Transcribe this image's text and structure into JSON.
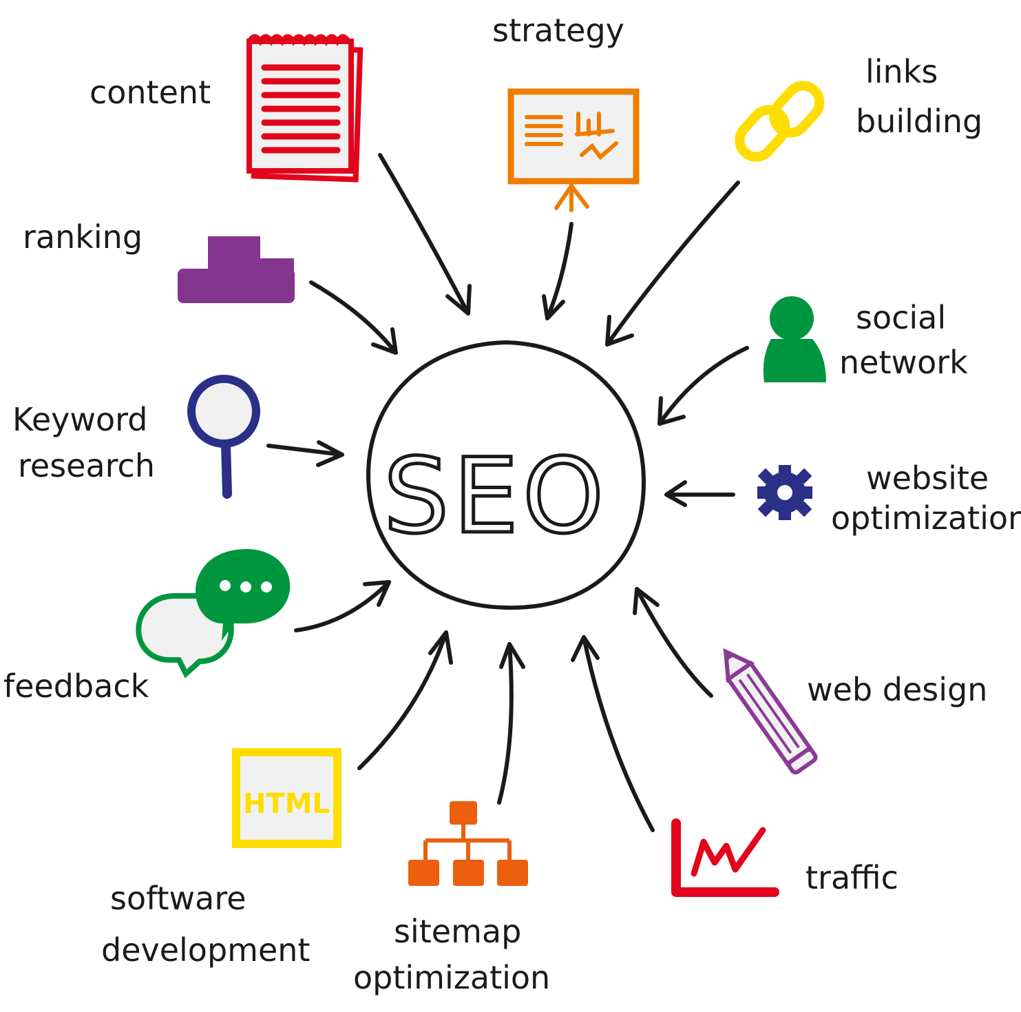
{
  "center": {
    "label": "SEO"
  },
  "nodes": [
    {
      "id": "content",
      "lines": [
        "content"
      ],
      "icon": "notepad-icon",
      "color": "#e3051b"
    },
    {
      "id": "strategy",
      "lines": [
        "strategy"
      ],
      "icon": "presentation-board-icon",
      "color": "#ef7d00"
    },
    {
      "id": "links-building",
      "lines": [
        "links",
        "building"
      ],
      "icon": "chain-link-icon",
      "color": "#ffdd00"
    },
    {
      "id": "social-network",
      "lines": [
        "social",
        "network"
      ],
      "icon": "person-icon",
      "color": "#009640"
    },
    {
      "id": "website-optimization",
      "lines": [
        "website",
        "optimization"
      ],
      "icon": "gear-icon",
      "color": "#2a2f88"
    },
    {
      "id": "web-design",
      "lines": [
        "web design"
      ],
      "icon": "pencil-icon",
      "color": "#8b3a96"
    },
    {
      "id": "traffic",
      "lines": [
        "traffic"
      ],
      "icon": "line-chart-icon",
      "color": "#e3051b"
    },
    {
      "id": "sitemap-optimization",
      "lines": [
        "sitemap",
        "optimization"
      ],
      "icon": "sitemap-icon",
      "color": "#eb5f0f"
    },
    {
      "id": "software-development",
      "lines": [
        "software",
        "development"
      ],
      "icon": "html-icon",
      "icon_text": "HTML",
      "color": "#ffdd00"
    },
    {
      "id": "feedback",
      "lines": [
        "feedback"
      ],
      "icon": "chat-bubbles-icon",
      "color": "#009640"
    },
    {
      "id": "keyword-research",
      "lines": [
        "Keyword",
        "research"
      ],
      "icon": "magnifier-icon",
      "color": "#2a2f88"
    },
    {
      "id": "ranking",
      "lines": [
        "ranking"
      ],
      "icon": "podium-icon",
      "color": "#83358d"
    }
  ]
}
